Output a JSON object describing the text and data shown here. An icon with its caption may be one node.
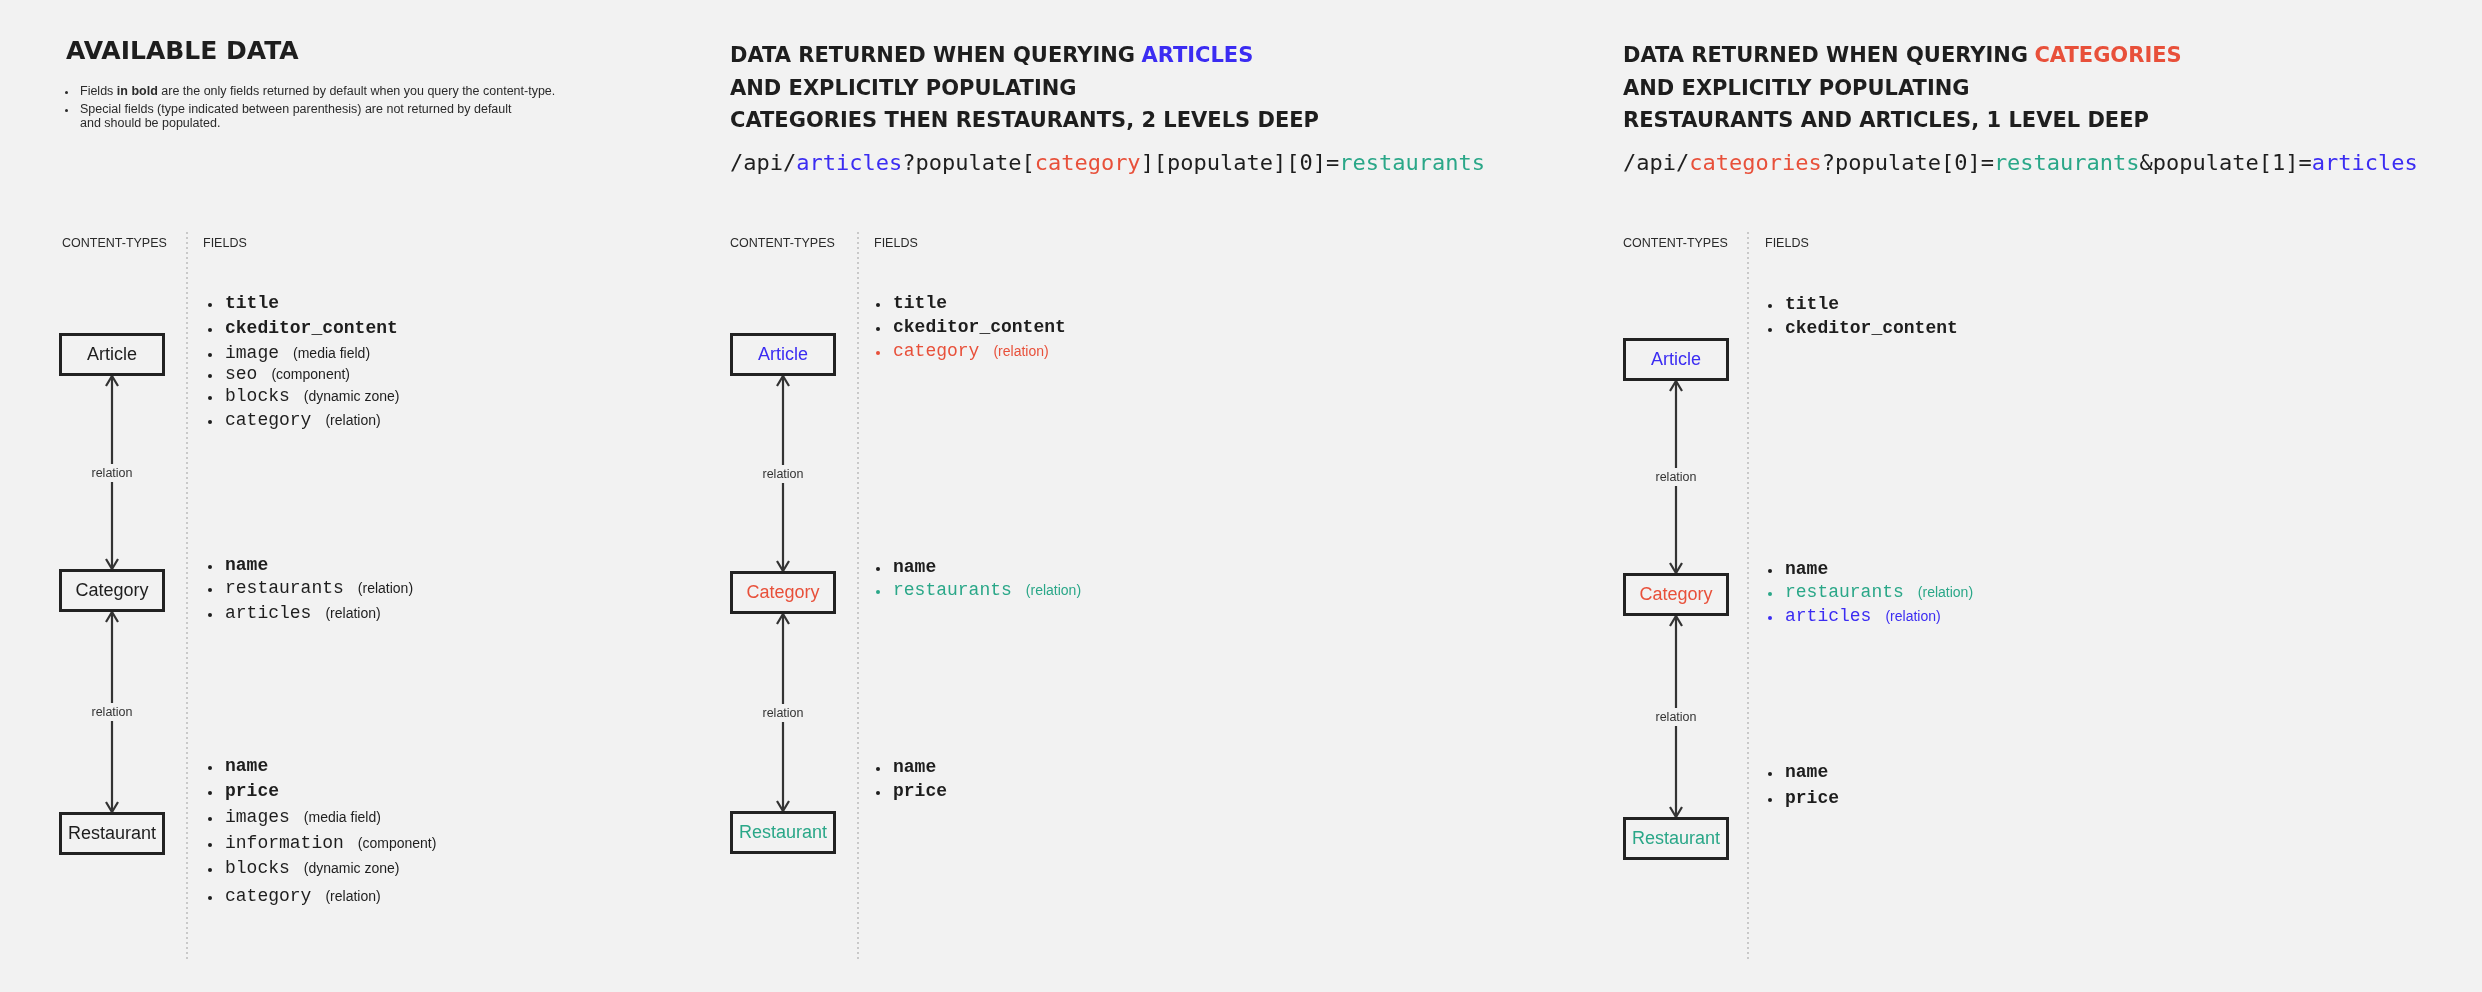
{
  "diagram": {
    "nodes": [
      {
        "text": [
          "Article"
        ]
      },
      {
        "text": [
          "Category"
        ]
      },
      {
        "text": [
          "Restaurant"
        ]
      },
      {
        "text": [
          "Article"
        ]
      },
      {
        "text": [
          "Category"
        ]
      },
      {
        "text": [
          "Restaurant"
        ]
      },
      {
        "text": [
          "Article"
        ]
      },
      {
        "text": [
          "Category"
        ]
      },
      {
        "text": [
          "Restaurant"
        ]
      }
    ],
    "edges": [
      {
        "from": 0,
        "to": 1,
        "arrow": "both",
        "label": "relation"
      },
      {
        "from": 1,
        "to": 2,
        "arrow": "both",
        "label": "relation"
      },
      {
        "from": 3,
        "to": 4,
        "arrow": "both",
        "label": "relation"
      },
      {
        "from": 4,
        "to": 5,
        "arrow": "both",
        "label": "relation"
      },
      {
        "from": 6,
        "to": 7,
        "arrow": "both",
        "label": "relation"
      },
      {
        "from": 7,
        "to": 8,
        "arrow": "both",
        "label": "relation"
      }
    ],
    "labels": [
      "AVAILABLE DATA",
      "Fields **in bold** are the only fields returned by default when you query the content-type.",
      "Special fields (type indicated between parenthesis) are not returned by default and should be populated.",
      "CONTENT-TYPES",
      "FIELDS",
      "title",
      "ckeditor_content",
      "image",
      "(media field)",
      "seo",
      "(component)",
      "blocks",
      "(dynamic zone)",
      "category",
      "(relation)",
      "name",
      "restaurants",
      "(relation)",
      "articles",
      "(relation)",
      "name",
      "price",
      "images",
      "(media field)",
      "information",
      "(component)",
      "blocks",
      "(dynamic zone)",
      "category",
      "(relation)",
      "DATA RETURNED WHEN QUERYING",
      "ARTICLES",
      "AND EXPLICITLY POPULATING",
      "CATEGORIES THEN RESTAURANTS, 2 LEVELS DEEP",
      "/api/",
      "articles",
      "?populate[",
      "category",
      "][populate][0]=",
      "restaurants",
      "CONTENT-TYPES",
      "FIELDS",
      "title",
      "ckeditor_content",
      "category",
      "(relation)",
      "name",
      "restaurants",
      "(relation)",
      "name",
      "price",
      "DATA RETURNED WHEN QUERYING",
      "CATEGORIES",
      "AND EXPLICITLY POPULATING",
      "RESTAURANTS AND ARTICLES, 1 LEVEL DEEP",
      "/api/",
      "categories",
      "?populate[0]=",
      "restaurants",
      "&populate[1]=",
      "articles",
      "CONTENT-TYPES",
      "FIELDS",
      "title",
      "ckeditor_content",
      "name",
      "restaurants",
      "(relation)",
      "articles",
      "(relation)",
      "name",
      "price"
    ]
  }
}
